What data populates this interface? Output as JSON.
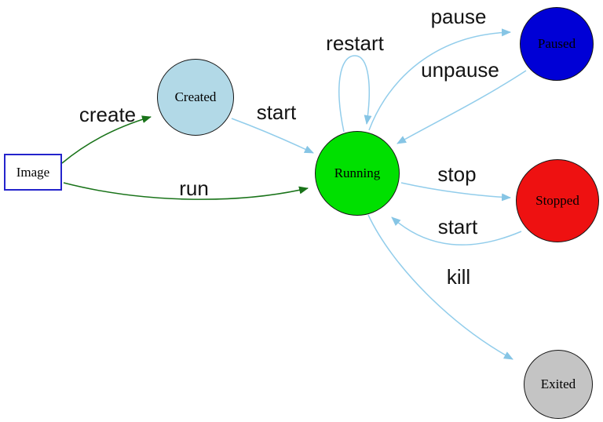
{
  "nodes": [
    {
      "id": "image",
      "label": "Image",
      "shape": "box",
      "fill": "#ffffff",
      "border": "#2424cc"
    },
    {
      "id": "created",
      "label": "Created",
      "shape": "circle",
      "fill": "#b2d9e7"
    },
    {
      "id": "running",
      "label": "Running",
      "shape": "circle",
      "fill": "#00e000"
    },
    {
      "id": "paused",
      "label": "Paused",
      "shape": "circle",
      "fill": "#0000d6"
    },
    {
      "id": "stopped",
      "label": "Stopped",
      "shape": "circle",
      "fill": "#ee1111"
    },
    {
      "id": "exited",
      "label": "Exited",
      "shape": "circle",
      "fill": "#c4c4c4"
    }
  ],
  "edges": [
    {
      "from": "image",
      "to": "created",
      "label": "create",
      "color": "#197319"
    },
    {
      "from": "image",
      "to": "running",
      "label": "run",
      "color": "#197319"
    },
    {
      "from": "created",
      "to": "running",
      "label": "start",
      "color": "#92cdeb"
    },
    {
      "from": "running",
      "to": "running",
      "label": "restart",
      "color": "#92cdeb"
    },
    {
      "from": "running",
      "to": "paused",
      "label": "pause",
      "color": "#92cdeb"
    },
    {
      "from": "paused",
      "to": "running",
      "label": "unpause",
      "color": "#92cdeb"
    },
    {
      "from": "running",
      "to": "stopped",
      "label": "stop",
      "color": "#92cdeb"
    },
    {
      "from": "stopped",
      "to": "running",
      "label": "start",
      "color": "#92cdeb"
    },
    {
      "from": "running",
      "to": "exited",
      "label": "kill",
      "color": "#92cdeb"
    }
  ]
}
